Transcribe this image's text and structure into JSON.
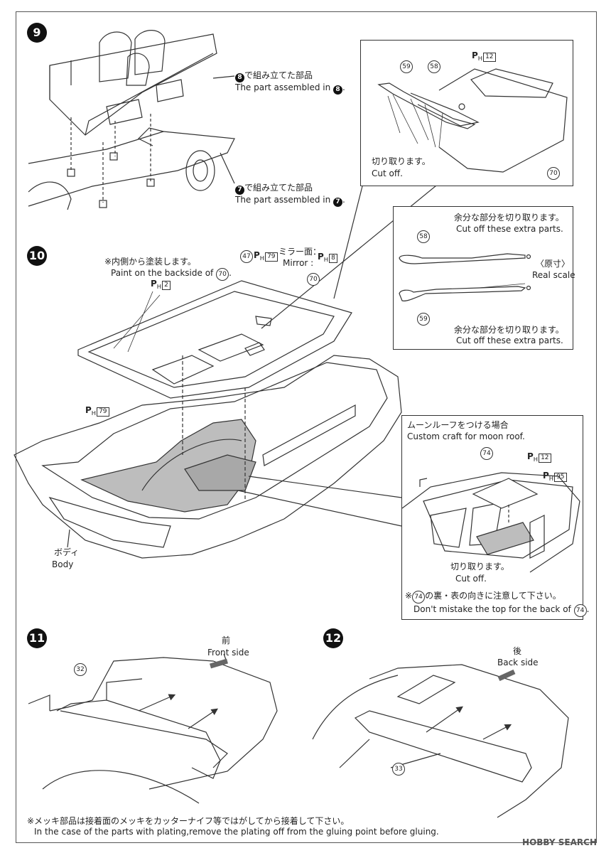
{
  "steps": {
    "s9": {
      "number": "9",
      "label_a_jp": "で組み立てた部品",
      "label_a_en": "The part assembled in",
      "label_a_ref": "8",
      "label_b_jp": "で組み立てた部品",
      "label_b_en": "The part assembled in",
      "label_b_ref": "7"
    },
    "s10": {
      "number": "10",
      "paint_jp": "※内側から塗装します。",
      "paint_en": "Paint on the backside of",
      "paint_part": "70",
      "ph_roof": "2",
      "part_47": "47",
      "ph_47": "79",
      "mirror_jp": "ミラー面：",
      "mirror_en": "Mirror :",
      "ph_mirror": "8",
      "part_70": "70",
      "ph_body": "79",
      "body_jp": "ボディ",
      "body_en": "Body"
    },
    "s11": {
      "number": "11",
      "front_jp": "前",
      "front_en": "Front side",
      "part_32": "32"
    },
    "s12": {
      "number": "12",
      "back_jp": "後",
      "back_en": "Back side",
      "part_33": "33"
    }
  },
  "callout_wiper": {
    "part_59": "59",
    "part_58": "58",
    "ph": "12",
    "cut_jp": "切り取ります。",
    "cut_en": "Cut off.",
    "part_70": "70"
  },
  "callout_scale": {
    "part_58": "58",
    "part_59": "59",
    "extra_jp_1": "余分な部分を切り取ります。",
    "extra_en_1": "Cut off these extra parts.",
    "real_jp": "〈原寸〉",
    "real_en": "Real scale",
    "extra_jp_2": "余分な部分を切り取ります。",
    "extra_en_2": "Cut off these extra parts."
  },
  "callout_moonroof": {
    "title_jp": "ムーンルーフをつける場合",
    "title_en": "Custom craft for moon roof.",
    "part_74": "74",
    "ph_a": "12",
    "ph_b": "95",
    "cut_jp": "切り取ります。",
    "cut_en": "Cut off.",
    "note_jp_pre": "※",
    "note_jp_post": "の裏・表の向きに注意して下さい。",
    "note_en_pre": "Don't mistake the top for the back of",
    "note_part": "74"
  },
  "footer": {
    "jp": "※メッキ部品は接着面のメッキをカッターナイフ等ではがしてから接着して下さい。",
    "en": "In the case of the parts with plating,remove the plating off from the gluing point before gluing."
  },
  "watermark": "HOBBY SEARCH",
  "ph_symbol": "P",
  "ph_sub": "H"
}
